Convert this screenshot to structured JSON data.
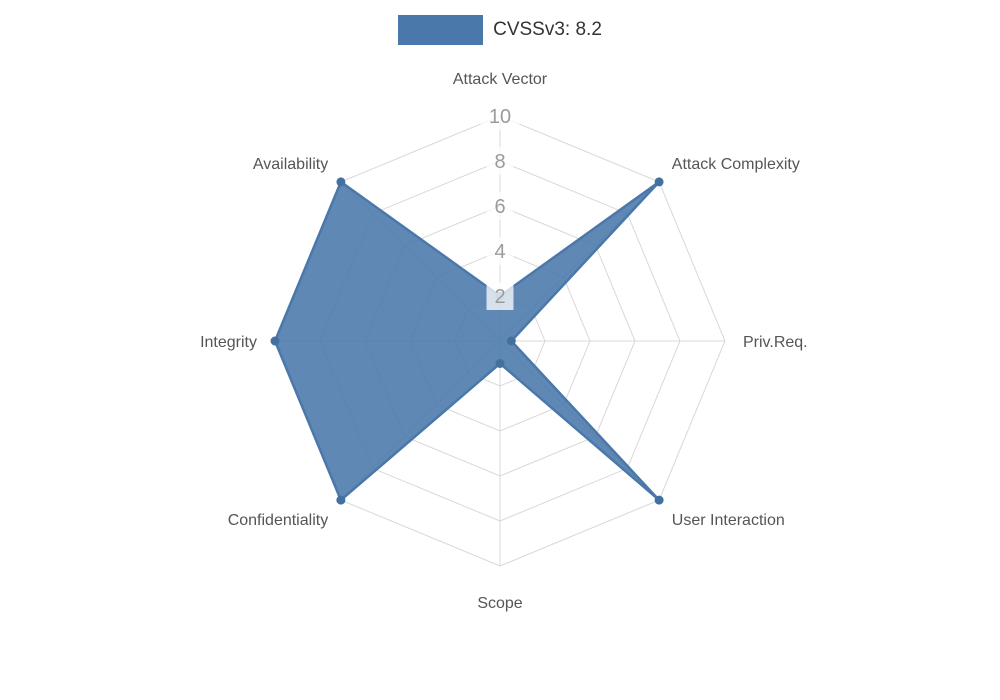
{
  "legend": {
    "label": "CVSSv3: 8.2"
  },
  "chart_data": {
    "type": "radar",
    "title": "CVSSv3: 8.2",
    "categories": [
      "Attack Vector",
      "Attack Complexity",
      "Priv.Req.",
      "User Interaction",
      "Scope",
      "Confidentiality",
      "Integrity",
      "Availability"
    ],
    "series": [
      {
        "name": "CVSSv3: 8.2",
        "values": [
          2,
          10,
          0.5,
          10,
          1,
          10,
          10,
          10
        ],
        "color": "#4a78aa"
      }
    ],
    "ticks": [
      2,
      4,
      6,
      8,
      10
    ],
    "rmin": 0,
    "rmax": 10,
    "grid": "spiderweb-on",
    "legend_position": "top",
    "colors": {
      "series_fill": "#4a78aa",
      "series_line": "#4a78aa",
      "point_fill": "#44709f",
      "grid_line": "#d8d8d8",
      "tick_text": "#9b9b9b",
      "tick_backdrop": "#ffffff",
      "axis_label_text": "#555555",
      "legend_text": "#333333",
      "background": "#ffffff"
    }
  }
}
